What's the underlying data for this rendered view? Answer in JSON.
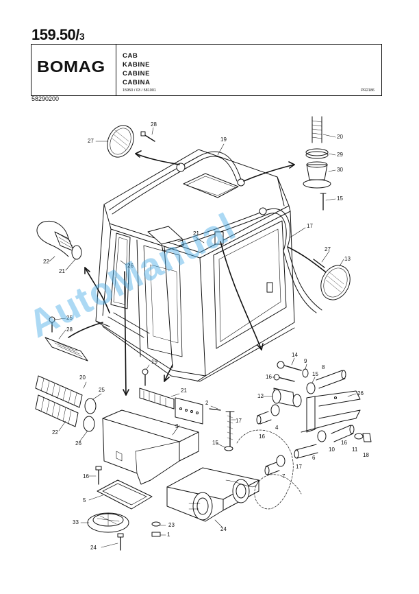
{
  "header": {
    "page_number": "159.50/",
    "page_sub": "3",
    "brand": "BOMAG",
    "titles": [
      "CAB",
      "KABINE",
      "CABINE",
      "CABINA"
    ],
    "ref_code": "15950 / 03 / 581001",
    "plate_code": "PR2186",
    "part_number": "58290200"
  },
  "callouts": [
    "28",
    "27",
    "19",
    "20",
    "29",
    "30",
    "15",
    "17",
    "21",
    "22",
    "21",
    "26",
    "25",
    "28",
    "27",
    "13",
    "14",
    "9",
    "16",
    "15",
    "8",
    "12",
    "26",
    "19",
    "20",
    "25",
    "21",
    "22",
    "26",
    "2",
    "3",
    "17",
    "16",
    "4",
    "15",
    "16",
    "10",
    "11",
    "18",
    "6",
    "16",
    "17",
    "7",
    "5",
    "23",
    "33",
    "1",
    "24"
  ],
  "watermark": "AutoManual"
}
